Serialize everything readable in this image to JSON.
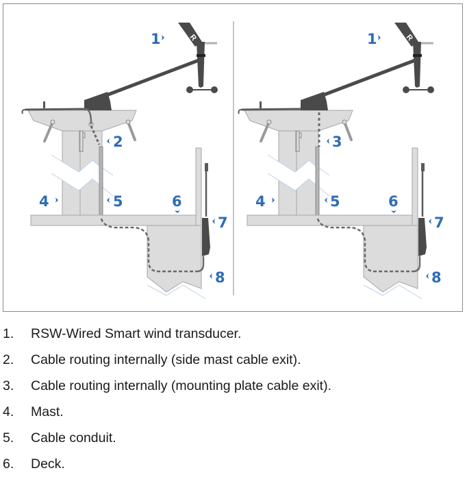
{
  "figure": {
    "panels": [
      {
        "name": "side-mast-cable-exit",
        "callouts": [
          "1",
          "2",
          "4",
          "5",
          "6",
          "7",
          "8"
        ]
      },
      {
        "name": "mounting-plate-cable-exit",
        "callouts": [
          "1",
          "3",
          "4",
          "5",
          "6",
          "7",
          "8"
        ]
      }
    ],
    "brand_mark": "R",
    "colors": {
      "callout": "#2f6db5",
      "structure_fill": "#dcdcdc",
      "structure_stroke": "#a0a0a0",
      "transducer": "#4a4a4a",
      "cable": "#6a6a6a",
      "frame": "#8a8a8a"
    }
  },
  "legend": {
    "items": [
      {
        "num": "1.",
        "text": "RSW-Wired Smart wind transducer."
      },
      {
        "num": "2.",
        "text": "Cable routing internally (side mast cable exit)."
      },
      {
        "num": "3.",
        "text": "Cable routing internally (mounting plate cable exit)."
      },
      {
        "num": "4.",
        "text": "Mast."
      },
      {
        "num": "5.",
        "text": "Cable conduit."
      },
      {
        "num": "6.",
        "text": "Deck."
      }
    ]
  }
}
